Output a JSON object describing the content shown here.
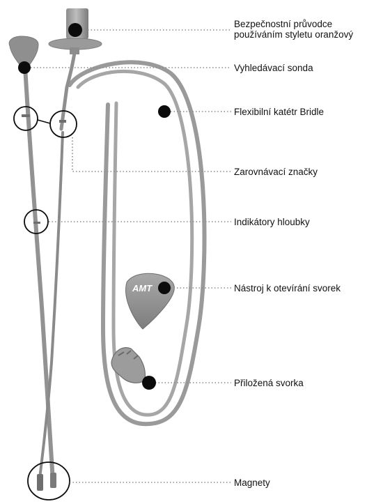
{
  "colors": {
    "tube": "#9a9a9a",
    "tube_dark": "#7d7d7d",
    "tube_light": "#b8b8b8",
    "marker": "#0b0b0b",
    "leader": "#8a8a8a",
    "background": "#ffffff"
  },
  "callouts": [
    {
      "id": "guide",
      "lines": [
        "Bezpečnostní průvodce",
        "používáním styletu oranžový"
      ]
    },
    {
      "id": "probe",
      "lines": [
        "Vyhledávací sonda"
      ]
    },
    {
      "id": "catheter",
      "lines": [
        "Flexibilní katétr Bridle"
      ]
    },
    {
      "id": "alignment",
      "lines": [
        "Zarovnávací značky"
      ]
    },
    {
      "id": "depth",
      "lines": [
        "Indikátory hloubky"
      ]
    },
    {
      "id": "tool",
      "lines": [
        "Nástroj k otevírání svorek"
      ]
    },
    {
      "id": "clip",
      "lines": [
        "Přiložená svorka"
      ]
    },
    {
      "id": "magnets",
      "lines": [
        "Magnety"
      ]
    }
  ],
  "tool_logo_text": "AMT"
}
